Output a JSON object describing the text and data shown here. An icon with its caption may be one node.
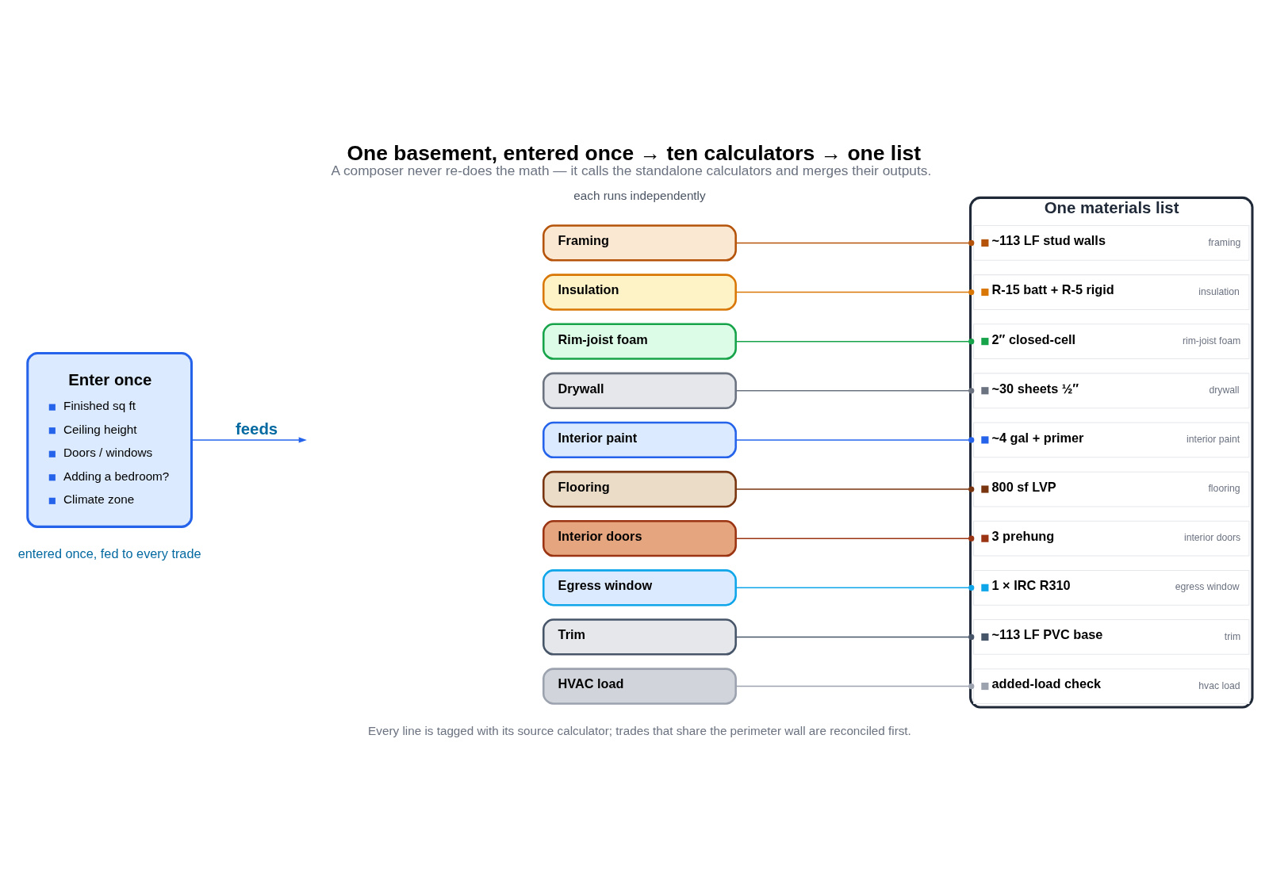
{
  "diagram": {
    "title": "One basement, entered once → ten calculators → one list",
    "caption": "Every line is tagged with its source calculator; trades that share the perimeter wall are reconciled first.",
    "nodes": [
      {
        "text": [
          "Enter once",
          "Finished sq ft",
          "Ceiling height",
          "Doors / windows",
          "Adding a bedroom?",
          "Climate zone"
        ],
        "beside": [
          "entered once, fed to every trade"
        ]
      },
      {
        "text": [
          "Framing"
        ]
      },
      {
        "text": [
          "Insulation"
        ]
      },
      {
        "text": [
          "Rim-joist foam"
        ]
      },
      {
        "text": [
          "Drywall"
        ]
      },
      {
        "text": [
          "Interior paint"
        ]
      },
      {
        "text": [
          "Flooring"
        ]
      },
      {
        "text": [
          "Interior doors"
        ]
      },
      {
        "text": [
          "Egress window"
        ]
      },
      {
        "text": [
          "Trim"
        ]
      },
      {
        "text": [
          "HVAC load"
        ]
      },
      {
        "text": [
          "One materials list"
        ]
      },
      {
        "text": [
          "~113 LF stud walls",
          "framing"
        ],
        "in": 11
      },
      {
        "text": [
          "R-15 batt + R-5 rigid",
          "insulation"
        ],
        "in": 11
      },
      {
        "text": [
          "2″ closed-cell",
          "rim-joist foam"
        ],
        "in": 11
      },
      {
        "text": [
          "~30 sheets ½″",
          "drywall"
        ],
        "in": 11
      },
      {
        "text": [
          "~4 gal + primer",
          "interior paint"
        ],
        "in": 11
      },
      {
        "text": [
          "800 sf LVP",
          "flooring"
        ],
        "in": 11
      },
      {
        "text": [
          "3 prehung",
          "interior doors"
        ],
        "in": 11
      },
      {
        "text": [
          "1 × IRC R310",
          "egress window"
        ],
        "in": 11
      },
      {
        "text": [
          "~113 LF PVC base",
          "trim"
        ],
        "in": 11
      },
      {
        "text": [
          "added-load check",
          "hvac load"
        ],
        "in": 11
      }
    ],
    "edges": [
      {
        "from": 0,
        "to": null,
        "arrow": "to",
        "label": "feeds"
      },
      {
        "from": 1,
        "to": 12,
        "arrow": "other",
        "color": "#b45309"
      },
      {
        "from": 2,
        "to": 13,
        "arrow": "other",
        "color": "#d97706"
      },
      {
        "from": 3,
        "to": 14,
        "arrow": "other",
        "color": "#16a34a"
      },
      {
        "from": 4,
        "to": 15,
        "arrow": "other",
        "color": "#6b7280"
      },
      {
        "from": 5,
        "to": 16,
        "arrow": "other",
        "color": "#2563eb"
      },
      {
        "from": 6,
        "to": 17,
        "arrow": "other",
        "color": "#78350f"
      },
      {
        "from": 7,
        "to": 18,
        "arrow": "other",
        "color": "#9a3412"
      },
      {
        "from": 8,
        "to": 19,
        "arrow": "other",
        "color": "#0ea5e9"
      },
      {
        "from": 9,
        "to": 20,
        "arrow": "other",
        "color": "#475569"
      },
      {
        "from": 10,
        "to": 21,
        "arrow": "other",
        "color": "#9ca3af"
      }
    ],
    "labels": [
      "A composer never re-does the math — it calls the standalone calculators and merges their outputs.",
      "each runs independently"
    ]
  }
}
